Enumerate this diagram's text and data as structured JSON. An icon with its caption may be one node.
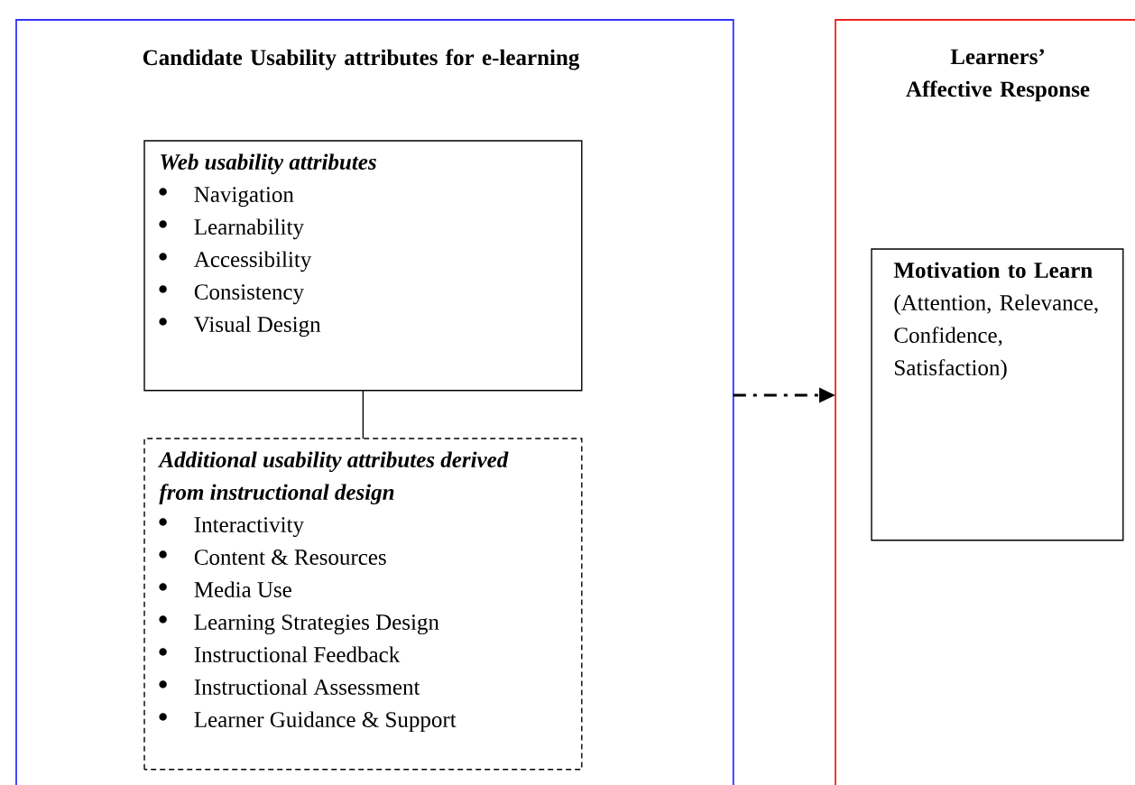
{
  "diagram": {
    "nodes": [
      {
        "text": [
          "Candidate Usability attributes for e-learning"
        ]
      },
      {
        "text": [
          "Web usability attributes",
          "Navigation",
          "Learnability",
          "Accessibility",
          "Consistency",
          "Visual Design"
        ],
        "in": 0
      },
      {
        "text": [
          "Additional usability attributes derived from instructional design",
          "Interactivity",
          "Content & Resources",
          "Media Use",
          "Learning Strategies Design",
          "Instructional Feedback",
          "Instructional Assessment",
          "Learner Guidance & Support"
        ],
        "in": 0
      },
      {
        "text": [
          "Learners’ Affective Response"
        ]
      },
      {
        "text": [
          "Motivation to Learn",
          "(Attention, Relevance, Confidence, Satisfaction)"
        ],
        "in": 3
      }
    ],
    "edges": [
      {
        "from": 1,
        "to": 2,
        "arrow": "none"
      },
      {
        "from": 0,
        "to": 3,
        "arrow": "to",
        "style": "dashed"
      }
    ]
  }
}
